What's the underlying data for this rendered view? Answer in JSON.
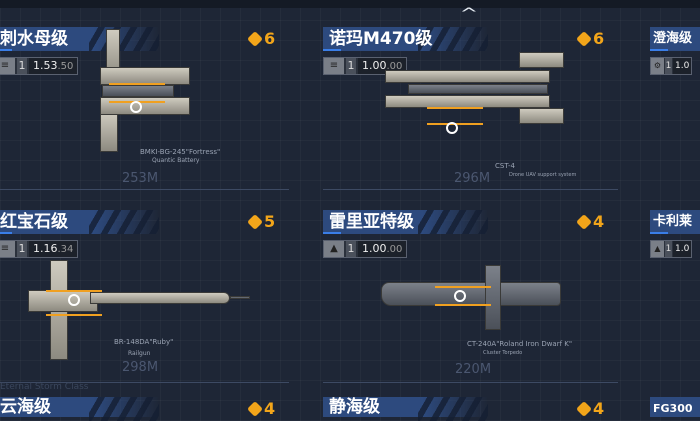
{
  "nav": {
    "scroll_up_icon": "chevron-up-icon"
  },
  "colors": {
    "accent_gold": "#f2a51a",
    "title_blue": "#2d4a7e",
    "background": "#1e2636"
  },
  "cards": [
    {
      "name": "刺水母级",
      "rank": "6",
      "tier": "1",
      "value": "1.53",
      "sub": ".50",
      "weapon": "BMKI-BG-245\"Fortress\"",
      "weapon_type": "Quantic Battery",
      "length": "253M"
    },
    {
      "name": "诺玛M470级",
      "rank": "6",
      "tier": "1",
      "value": "1.00",
      "sub": ".00",
      "weapon": "CST-4",
      "weapon_type": "Drone UAV support system",
      "length": "296M"
    },
    {
      "name": "澄海级",
      "rank": "",
      "tier": "1",
      "value": "1.0",
      "sub": ""
    },
    {
      "name": "红宝石级",
      "rank": "5",
      "tier": "1",
      "value": "1.16",
      "sub": ".34",
      "weapon": "BR-148DA\"Ruby\"",
      "weapon_type": "Railgun",
      "length": "298M"
    },
    {
      "name": "雷里亚特级",
      "rank": "4",
      "tier": "1",
      "value": "1.00",
      "sub": ".00",
      "weapon": "CT-240A\"Roland Iron Dwarf K\"",
      "weapon_type": "Cluster Torpedo",
      "length": "220M"
    },
    {
      "name": "卡利莱",
      "rank": "",
      "tier": "1",
      "value": "1.0",
      "sub": ""
    },
    {
      "name": "云海级",
      "rank": "4"
    },
    {
      "name": "静海级",
      "rank": "4"
    },
    {
      "name": "FG300"
    }
  ],
  "faded_text": "Eternal Storm Class"
}
